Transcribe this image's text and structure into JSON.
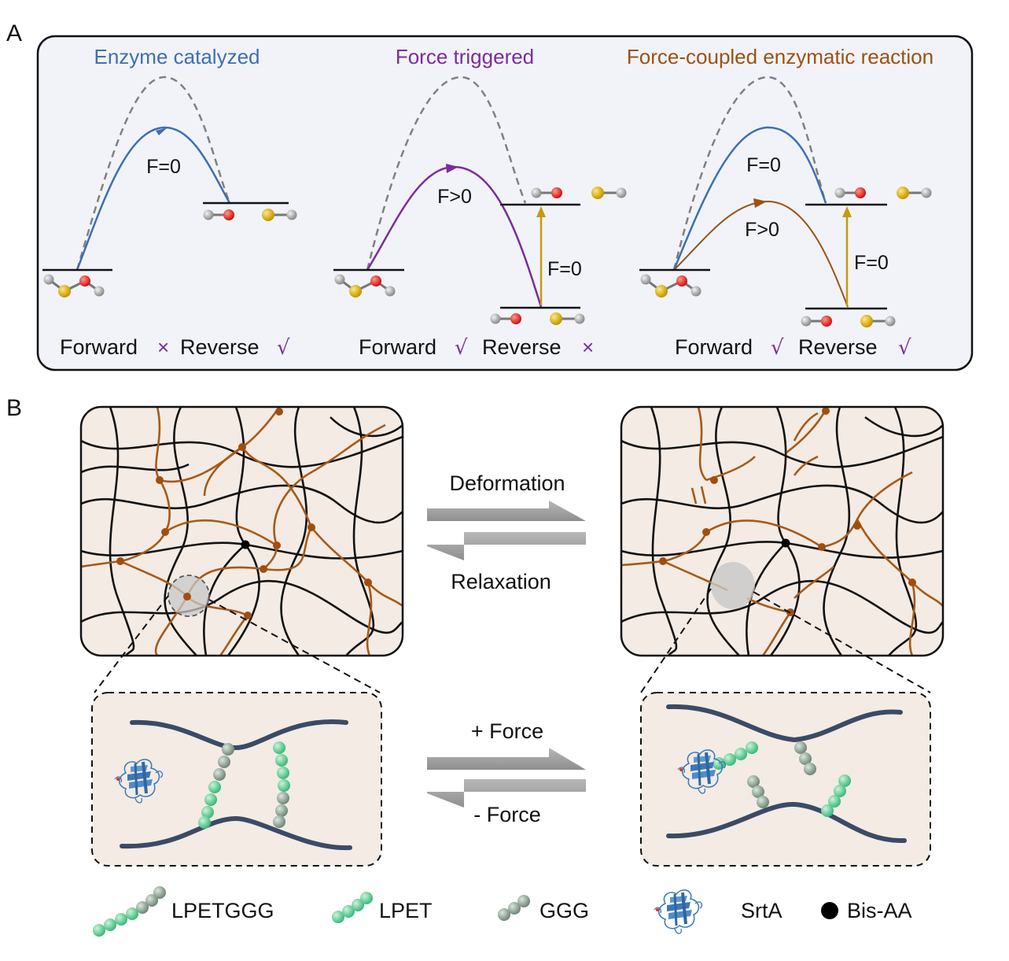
{
  "panel_a": {
    "letter": "A",
    "colors": {
      "enzyme": "#3f6fb0",
      "force": "#7b2d9b",
      "coupled": "#9a5214",
      "dash": "#808080",
      "arrow_up": "#c49a10",
      "cross": "#7b2d9b",
      "check": "#7b2d9b"
    },
    "sub1": {
      "title": "Enzyme catalyzed",
      "f_label": "F=0",
      "forward": "Forward",
      "forward_mark": "×",
      "reverse": "Reverse",
      "reverse_mark": "√"
    },
    "sub2": {
      "title": "Force triggered",
      "f_label": "F>0",
      "f_up_label": "F=0",
      "forward": "Forward",
      "forward_mark": "√",
      "reverse": "Reverse",
      "reverse_mark": "×"
    },
    "sub3": {
      "title": "Force-coupled enzymatic reaction",
      "f_label_top": "F=0",
      "f_label_mid": "F>0",
      "f_up_label": "F=0",
      "forward": "Forward",
      "forward_mark": "√",
      "reverse": "Reverse",
      "reverse_mark": "√"
    }
  },
  "panel_b": {
    "letter": "B",
    "colors": {
      "network_bg": "#f3ebe4",
      "black_chain": "#111111",
      "brown_chain": "#a65a18",
      "node": "#a04e10",
      "arrow": "#9a9a9a",
      "lpet_bead": "#6fd4a0",
      "ggg_bead": "#8fa596",
      "protein": "#3a78b8",
      "strand": "#3b4a66"
    },
    "top_arrow_top": "Deformation",
    "top_arrow_bottom": "Relaxation",
    "bottom_arrow_top": "+ Force",
    "bottom_arrow_bottom": "- Force"
  },
  "legend": {
    "items": [
      {
        "label": "LPETGGG",
        "icon": "lpetggg-chain-icon"
      },
      {
        "label": "LPET",
        "icon": "lpet-chain-icon"
      },
      {
        "label": "GGG",
        "icon": "ggg-chain-icon"
      },
      {
        "label": "SrtA",
        "icon": "srta-protein-icon"
      },
      {
        "label": "Bis-AA",
        "icon": "black-dot-icon"
      }
    ]
  }
}
